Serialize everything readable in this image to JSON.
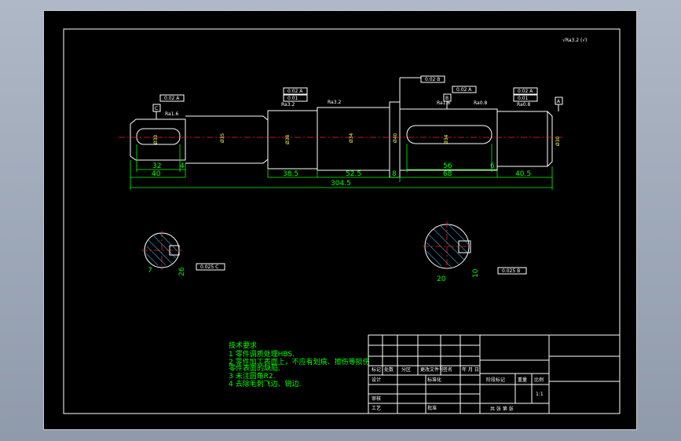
{
  "drawing": {
    "top_right_note": "√Ra3.2 (√)",
    "dimensions": {
      "d_32": "32",
      "d_4a": "4",
      "d_40": "40",
      "d_38_5": "38.5",
      "d_52_5": "52.5",
      "d_8": "8",
      "d_56": "56",
      "d_6": "6",
      "d_68": "68",
      "d_40_5": "40.5",
      "d_304_5": "304.5",
      "dia_30_left": "Ø30",
      "dia_35": "Ø35",
      "dia_38": "Ø38",
      "dia_34": "Ø34",
      "dia_40": "Ø40",
      "dia_34_right": "Ø34",
      "dia_30_right": "Ø30",
      "sec1_w": "7",
      "sec1_h": "26",
      "sec2_w": "20",
      "sec2_h": "10"
    },
    "datums": {
      "c": "C",
      "b": "B",
      "a": "A"
    },
    "tolerances": {
      "t1": "0.02 A",
      "t2": "0.02 A",
      "t3": "0.01",
      "t4": "0.02 B",
      "t5": "0.02 A",
      "t6": "0.02 A",
      "t7": "0.01",
      "sec1_sym": "0.025 C",
      "sec2_sym": "0.025 B"
    },
    "roughness": {
      "r1": "Ra1.6",
      "r2": "Ra3.2",
      "r3": "Ra3.2",
      "r4": "Ra1.6",
      "r5": "Ra0.8",
      "r6": "Ra0.8"
    }
  },
  "tech_notes": {
    "title": "技术要求",
    "lines": [
      "1 零件调质处理HBS.",
      "2 零件加工表面上，不应有划痕、擦伤等损伤",
      "  零件表面的缺陷.",
      "3 未注圆角R2.",
      "4 去除毛刺飞边、锐边."
    ]
  },
  "title_block": {
    "row_labels": [
      "标记",
      "处数",
      "分区",
      "更改文件号",
      "签名",
      "年 月 日"
    ],
    "design": "设计",
    "standard": "标准化",
    "review": "审核",
    "process": "工艺",
    "approve": "批准",
    "stage_label": "阶段标记",
    "weight_label": "重量",
    "scale_label": "比例",
    "scale_value": "1:1",
    "sheet_info": "共  张  第  张"
  }
}
